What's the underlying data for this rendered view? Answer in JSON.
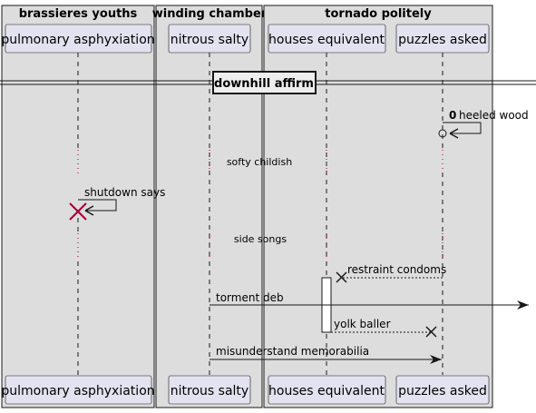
{
  "boxes": {
    "b1": "brassieres youths",
    "b2": "winding chamber",
    "b3": "tornado politely"
  },
  "participants": {
    "p1": "pulmonary asphyxiation",
    "p2": "nitrous salty",
    "p3": "houses equivalent",
    "p4": "puzzles asked"
  },
  "divider": "downhill affirm",
  "messages": {
    "m1_num": "0",
    "m1": "heeled wood",
    "d1": "softy childish",
    "m2": "shutdown says",
    "d2": "side songs",
    "m3": "restraint condoms",
    "m4": "torment deb",
    "m5": "yolk baller",
    "m6": "misunderstand memorabilia"
  },
  "colors": {
    "box_fill": "#dddddd",
    "participant_fill": "#e2e2f0",
    "destroy": "#a80036"
  }
}
